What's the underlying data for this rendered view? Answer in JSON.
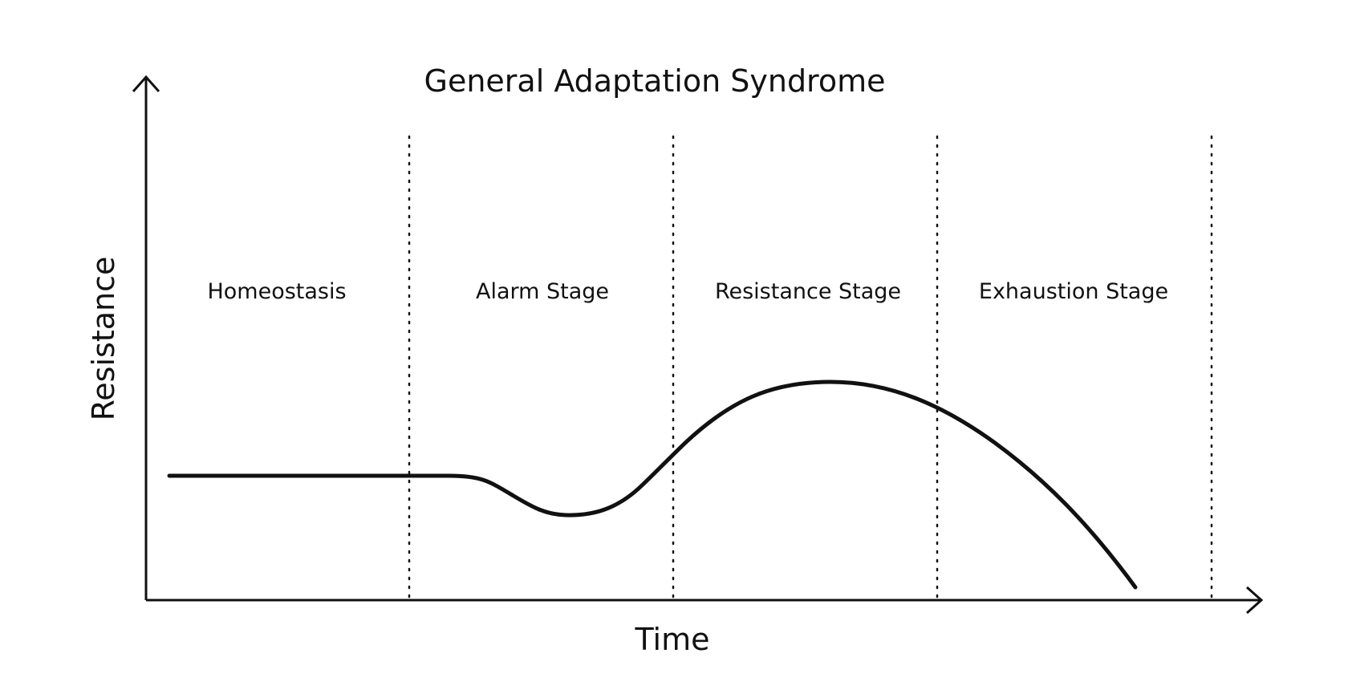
{
  "diagram": {
    "title": "General Adaptation Syndrome",
    "x_axis_label": "Time",
    "y_axis_label": "Resistance",
    "stages": [
      {
        "label": "Homeostasis"
      },
      {
        "label": "Alarm Stage"
      },
      {
        "label": "Resistance Stage"
      },
      {
        "label": "Exhaustion Stage"
      }
    ],
    "colors": {
      "line": "#111111",
      "background": "#ffffff"
    }
  }
}
